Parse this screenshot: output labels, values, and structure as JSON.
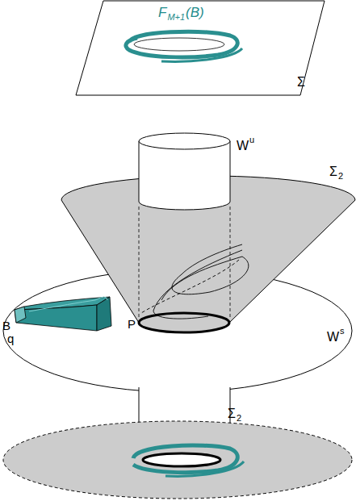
{
  "diagram": {
    "labels": [
      "F",
      "M+1",
      "(B)",
      "Σ",
      "W",
      "u",
      "Σ",
      "2",
      "P",
      "W",
      "s",
      "B",
      "q",
      "Σ",
      "2"
    ]
  }
}
